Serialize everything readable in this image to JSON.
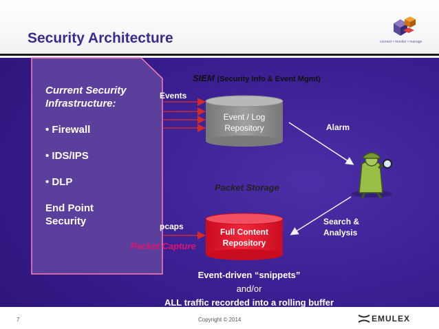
{
  "title": "Security Architecture",
  "brand_tagline": "connect • monitor • manage",
  "infrastructure": {
    "heading_line1": "Current Security",
    "heading_line2": "Infrastructure:",
    "items": [
      "• Firewall",
      "• IDS/IPS",
      "• DLP"
    ],
    "endpoint_line1": "End Point",
    "endpoint_line2": "Security"
  },
  "siem": {
    "title": "SIEM",
    "subtitle": "(Security Info & Event Mgmt)"
  },
  "events_label": "Events",
  "event_repo": {
    "line1": "Event / Log",
    "line2": "Repository"
  },
  "alarm_label": "Alarm",
  "packet_storage_label": "Packet Storage",
  "pcaps_label": "pcaps",
  "packet_capture_label": "Packet Capture",
  "full_content": {
    "line1": "Full Content",
    "line2": "Repository"
  },
  "search_label": {
    "line1": "Search &",
    "line2": "Analysis"
  },
  "footer": {
    "line1": "Event-driven “snippets”",
    "line2": "and/or",
    "line3": "ALL traffic recorded into a rolling buffer"
  },
  "page_number": "7",
  "copyright": "Copyright © 2014",
  "logo_text": "EMULEX",
  "colors": {
    "background": "#3a1f91",
    "infra_box": "#5b3f9c",
    "cylinder_gray": "#8a8a8a",
    "cylinder_red": "#e8102a",
    "packet_capture": "#e2136e",
    "arrow_red": "#d02a2a"
  }
}
